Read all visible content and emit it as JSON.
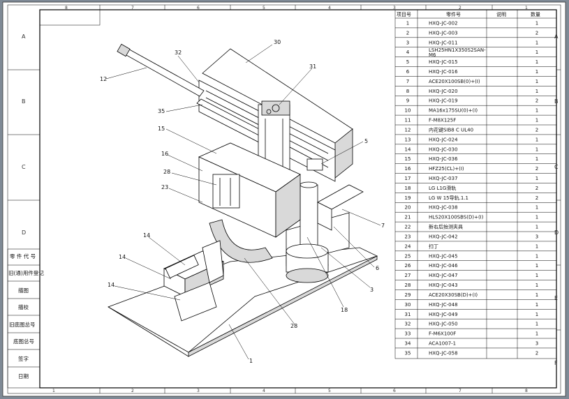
{
  "header": {
    "item_no": "项目号",
    "part_no": "零件号",
    "description": "说明",
    "qty": "数量"
  },
  "bom": [
    {
      "no": "1",
      "part": "HXQ-JC-002",
      "desc": "",
      "qty": "1"
    },
    {
      "no": "2",
      "part": "HXQ-JC-003",
      "desc": "",
      "qty": "2"
    },
    {
      "no": "3",
      "part": "HXQ-JC-011",
      "desc": "",
      "qty": "1"
    },
    {
      "no": "4",
      "part": "LSH25HN1X350S2SAN-M6",
      "desc": "",
      "qty": "1"
    },
    {
      "no": "5",
      "part": "HXQ-JC-015",
      "desc": "",
      "qty": "1"
    },
    {
      "no": "6",
      "part": "HXQ-JC-016",
      "desc": "",
      "qty": "1"
    },
    {
      "no": "7",
      "part": "ACE20X100SB(0)+(I)",
      "desc": "",
      "qty": "1"
    },
    {
      "no": "8",
      "part": "HXQ-JC-020",
      "desc": "",
      "qty": "1"
    },
    {
      "no": "9",
      "part": "HXQ-JC-019",
      "desc": "",
      "qty": "2"
    },
    {
      "no": "10",
      "part": "MA16x175SU(0)+(I)",
      "desc": "",
      "qty": "1"
    },
    {
      "no": "11",
      "part": "F-M8X125F",
      "desc": "",
      "qty": "1"
    },
    {
      "no": "12",
      "part": "内花键SIB8 C UL40",
      "desc": "",
      "qty": "2"
    },
    {
      "no": "13",
      "part": "HXQ-JC-024",
      "desc": "",
      "qty": "1"
    },
    {
      "no": "14",
      "part": "HXQ-JC-030",
      "desc": "",
      "qty": "1"
    },
    {
      "no": "15",
      "part": "HXQ-JC-036",
      "desc": "",
      "qty": "1"
    },
    {
      "no": "16",
      "part": "HFZ25(CL)+(I)",
      "desc": "",
      "qty": "2"
    },
    {
      "no": "17",
      "part": "HXQ-JC-037",
      "desc": "",
      "qty": "1"
    },
    {
      "no": "18",
      "part": "LG L1G滑轨",
      "desc": "",
      "qty": "2"
    },
    {
      "no": "19",
      "part": "LG W 15导轨.1.1",
      "desc": "",
      "qty": "2"
    },
    {
      "no": "20",
      "part": "HXQ-JC-038",
      "desc": "",
      "qty": "1"
    },
    {
      "no": "21",
      "part": "HLS20X100SBS(D)+(I)",
      "desc": "",
      "qty": "1"
    },
    {
      "no": "22",
      "part": "新右后抬测夹具",
      "desc": "",
      "qty": "1"
    },
    {
      "no": "23",
      "part": "HXQ-JC-042",
      "desc": "",
      "qty": "3"
    },
    {
      "no": "24",
      "part": "扫丁",
      "desc": "",
      "qty": "1"
    },
    {
      "no": "25",
      "part": "HXQ-JC-045",
      "desc": "",
      "qty": "1"
    },
    {
      "no": "26",
      "part": "HXQ-JC-046",
      "desc": "",
      "qty": "1"
    },
    {
      "no": "27",
      "part": "HXQ-JC-047",
      "desc": "",
      "qty": "1"
    },
    {
      "no": "28",
      "part": "HXQ-JC-043",
      "desc": "",
      "qty": "1"
    },
    {
      "no": "29",
      "part": "ACE20X30SB(D)+(I)",
      "desc": "",
      "qty": "1"
    },
    {
      "no": "30",
      "part": "HXQ-JC-048",
      "desc": "",
      "qty": "1"
    },
    {
      "no": "31",
      "part": "HXQ-JC-049",
      "desc": "",
      "qty": "1"
    },
    {
      "no": "32",
      "part": "HXQ-JC-050",
      "desc": "",
      "qty": "1"
    },
    {
      "no": "33",
      "part": "F-M6X100F",
      "desc": "",
      "qty": "1"
    },
    {
      "no": "34",
      "part": "ACA1007-1",
      "desc": "",
      "qty": "3"
    },
    {
      "no": "35",
      "part": "HXQ-JC-058",
      "desc": "",
      "qty": "2"
    }
  ],
  "title_block": [
    "零 件 代 号",
    "旧(通)用件登记",
    "描图",
    "描校",
    "旧底图总号",
    "底图总号",
    "签字",
    "日期"
  ],
  "zones_top": [
    "8",
    "7",
    "6",
    "5",
    "4",
    "3",
    "2",
    "1"
  ],
  "zones_bottom": [
    "1",
    "2",
    "3",
    "4",
    "5",
    "6",
    "7",
    "8"
  ],
  "zones_left": [
    "A",
    "B",
    "C",
    "D"
  ],
  "zones_right": [
    "A",
    "B",
    "C",
    "D",
    "E",
    "F"
  ],
  "callouts": [
    "12",
    "32",
    "30",
    "31",
    "35",
    "15",
    "5",
    "16",
    "28",
    "23",
    "7",
    "6",
    "14",
    "14",
    "14",
    "3",
    "18",
    "28",
    "1"
  ]
}
